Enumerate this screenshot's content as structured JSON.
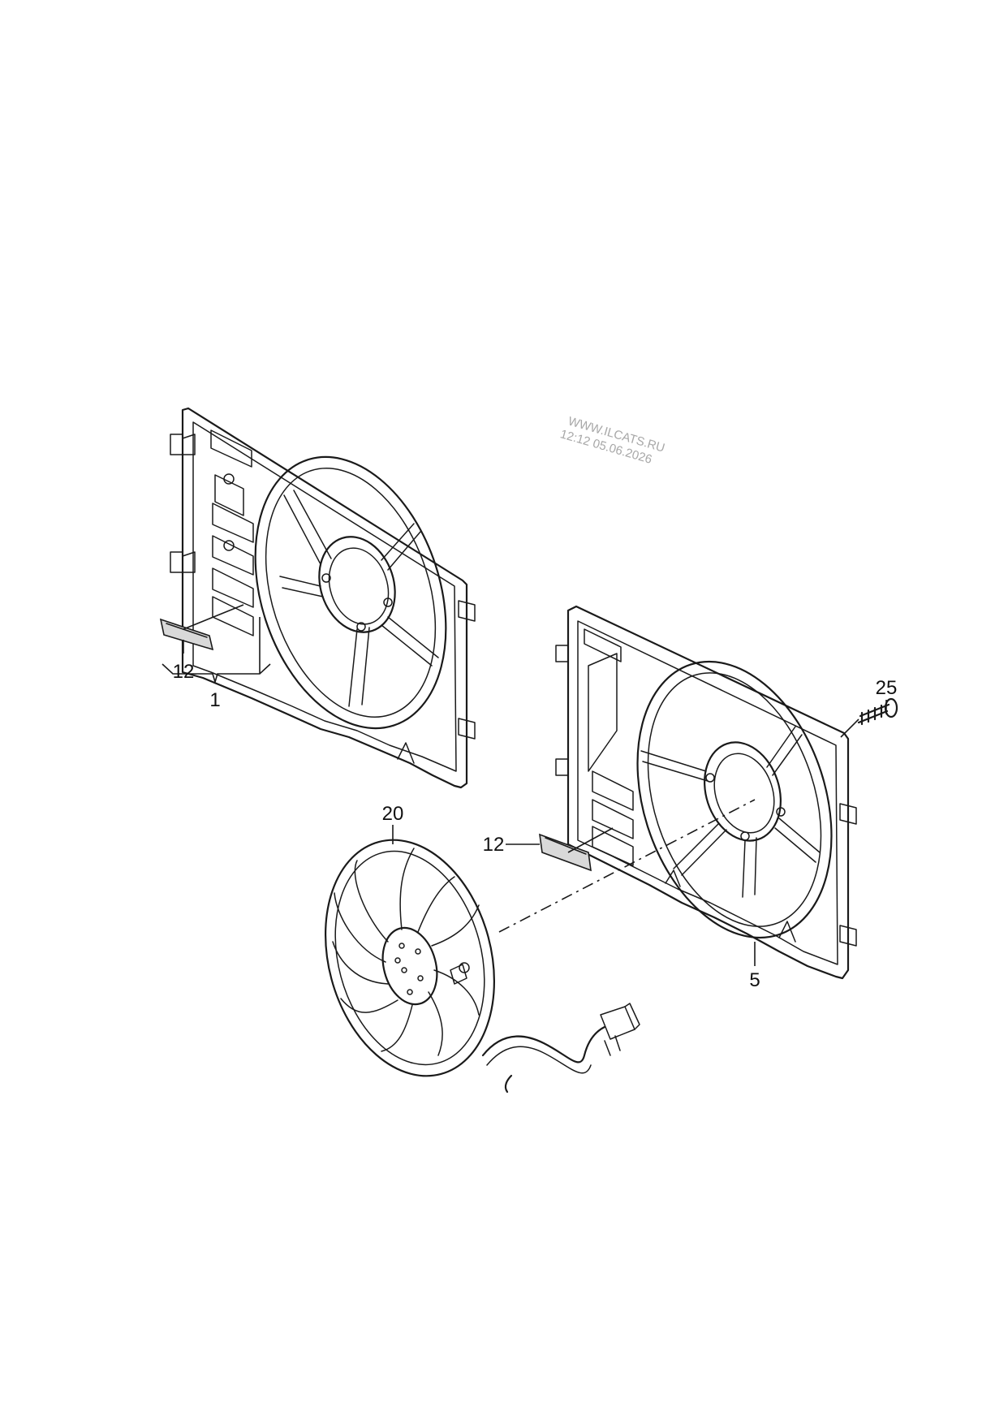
{
  "watermark": {
    "line1": "WWW.ILCATS.RU",
    "line2": "12:12 05.06.2026"
  },
  "callouts": {
    "shroud_left": "1",
    "seal_left": "12",
    "shroud_right": "5",
    "seal_right": "12",
    "fan": "20",
    "screw": "25"
  }
}
